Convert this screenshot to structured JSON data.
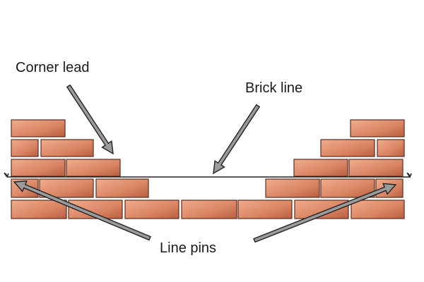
{
  "labels": {
    "corner_lead": "Corner lead",
    "brick_line": "Brick line",
    "line_pins": "Line pins"
  },
  "colors": {
    "brick_light": "#efa98a",
    "brick_dark": "#b25a3c",
    "brick_outline": "#5a2e1f",
    "line": "#222222",
    "arrow_fill": "#9a9a9a",
    "arrow_outline": "#222222",
    "background": "#ffffff"
  }
}
